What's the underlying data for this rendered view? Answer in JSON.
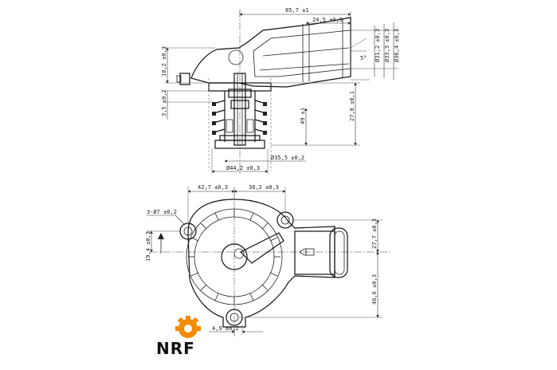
{
  "brand": {
    "name": "NRF",
    "accent_color": "#f28c00"
  },
  "top_view": {
    "dims": {
      "overall_length": "85,7 ±1",
      "outlet_length": "24,5 ±0,5",
      "flange_height": "10,2 ±0,3",
      "seat_height": "3,5 ±0,2",
      "overall_height": "49 ±1",
      "outlet_offset": "27,8 ±0,1",
      "outlet_angle": "5°",
      "diam_outer": "Ø44,2 ±0,3",
      "diam_inner": "Ø35,5 ±0,2",
      "hose_d1": "Ø31,2 ±0,3",
      "hose_d2": "Ø33,3 ±0,3",
      "hose_d3": "Ø36,4 ±0,3"
    }
  },
  "front_view": {
    "dims": {
      "left_span": "42,7 ±0,3",
      "right_span": "38,2 ±0,3",
      "holes": "3-Ø7 ±0,2",
      "left_vertical": "19,4 ±0,3",
      "right_upper": "27,7 ±0,3",
      "right_lower": "46,6 ±0,3",
      "bottom_offset": "4,9 ±0,2"
    }
  }
}
